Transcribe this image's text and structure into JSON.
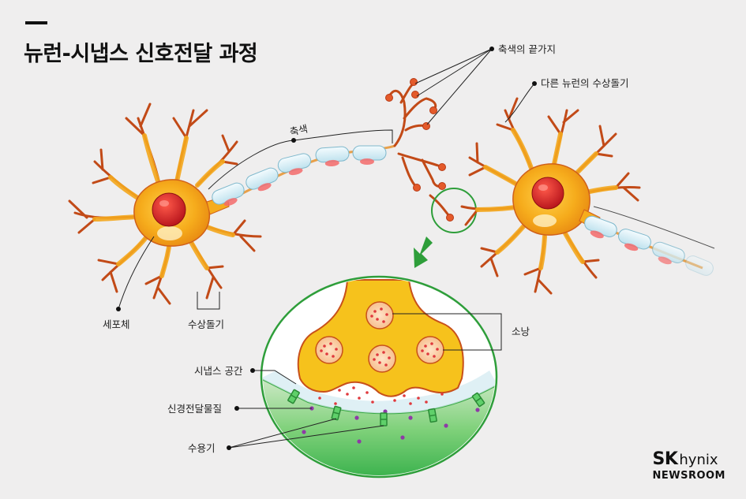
{
  "title": "뉴런-시냅스 신호전달 과정",
  "labels": {
    "axon": "축색",
    "axon_terminal": "축색의 끝가지",
    "other_dendrite": "다른 뉴런의 수상돌기",
    "cell_body": "세포체",
    "dendrite": "수상돌기",
    "vesicle": "소낭",
    "synaptic_gap": "시냅스 공간",
    "neurotransmitter": "신경전달물질",
    "receptor": "수용기"
  },
  "logo": {
    "sk": "SK",
    "hynix": "hynix",
    "newsroom": "NEWSROOM"
  },
  "colors": {
    "background": "#efeeee",
    "cell_orange": "#f4a81d",
    "cell_outline": "#c8501a",
    "nucleus": "#d21f1f",
    "myelin": "#d6eef5",
    "zoom_green": "#2e9e3a",
    "receptor_green": "#49c05a",
    "transmitter_purple": "#8e3aa6"
  }
}
